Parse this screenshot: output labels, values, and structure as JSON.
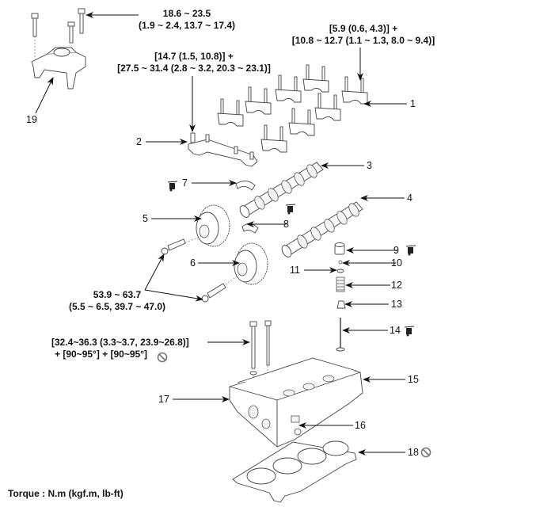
{
  "diagram": {
    "title": "Cylinder head components exploded view",
    "torque_specs": {
      "t19_bolts": {
        "line1": "18.6 ~ 23.5",
        "line2": "(1.9 ~ 2.4, 13.7 ~ 17.4)"
      },
      "t2_bearing_cap": {
        "line1": "[14.7 (1.5, 10.8)] +",
        "line2": "[27.5 ~ 31.4 (2.8 ~ 3.2, 20.3 ~ 23.1)]"
      },
      "t1_cam_caps": {
        "line1": "[5.9 (0.6, 4.3)] +",
        "line2": "[10.8 ~ 12.7 (1.1 ~ 1.3, 8.0 ~ 9.4)]"
      },
      "t_cvvt_bolts": {
        "line1": "53.9 ~ 63.7",
        "line2": "(5.5 ~ 6.5, 39.7 ~ 47.0)"
      },
      "t_head_bolts": {
        "line1": "[32.4~36.3 (3.3~3.7, 23.9~26.8)]",
        "line2": "+ [90~95°] + [90~95°]"
      }
    },
    "callouts": [
      {
        "num": "1",
        "oil": false,
        "noreuse": false
      },
      {
        "num": "2",
        "oil": false,
        "noreuse": false
      },
      {
        "num": "3",
        "oil": false,
        "noreuse": false
      },
      {
        "num": "4",
        "oil": false,
        "noreuse": false
      },
      {
        "num": "5",
        "oil": false,
        "noreuse": false
      },
      {
        "num": "6",
        "oil": false,
        "noreuse": false
      },
      {
        "num": "7",
        "oil": true,
        "noreuse": false
      },
      {
        "num": "8",
        "oil": true,
        "noreuse": false
      },
      {
        "num": "9",
        "oil": true,
        "noreuse": false
      },
      {
        "num": "10",
        "oil": false,
        "noreuse": false
      },
      {
        "num": "11",
        "oil": false,
        "noreuse": false
      },
      {
        "num": "12",
        "oil": false,
        "noreuse": false
      },
      {
        "num": "13",
        "oil": false,
        "noreuse": false
      },
      {
        "num": "14",
        "oil": true,
        "noreuse": false
      },
      {
        "num": "15",
        "oil": false,
        "noreuse": false
      },
      {
        "num": "16",
        "oil": false,
        "noreuse": false
      },
      {
        "num": "17",
        "oil": false,
        "noreuse": false
      },
      {
        "num": "18",
        "oil": false,
        "noreuse": true
      },
      {
        "num": "19",
        "oil": false,
        "noreuse": false
      }
    ],
    "footer": "Torque : N.m (kgf.m, lb-ft)"
  }
}
